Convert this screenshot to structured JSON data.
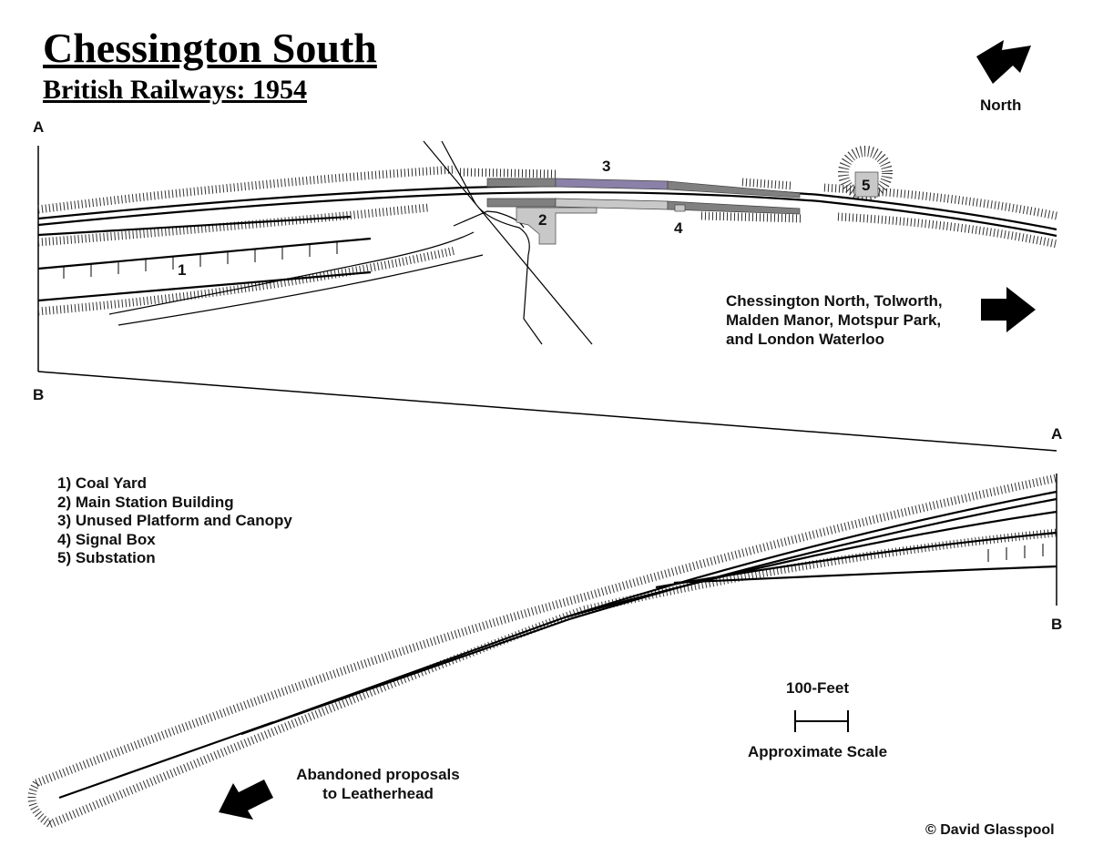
{
  "title": "Chessington South",
  "subtitle": "British Railways: 1954",
  "north_label": "North",
  "section_markers": {
    "a": "A",
    "b": "B"
  },
  "destination_label": [
    "Chessington North, Tolworth,",
    "Malden Manor, Motspur Park,",
    "and London Waterloo"
  ],
  "abandoned_label": [
    "Abandoned proposals",
    "to Leatherhead"
  ],
  "feature_numbers": [
    "1",
    "2",
    "3",
    "4",
    "5"
  ],
  "key": [
    "1) Coal Yard",
    "2) Main Station Building",
    "3) Unused Platform and Canopy",
    "4) Signal Box",
    "5) Substation"
  ],
  "scale": {
    "length_label": "100-Feet",
    "caption": "Approximate Scale"
  },
  "copyright": "© David Glasspool",
  "colors": {
    "platform": "#808080",
    "canopy": "#8a80a8",
    "building": "#c8c8c8"
  }
}
